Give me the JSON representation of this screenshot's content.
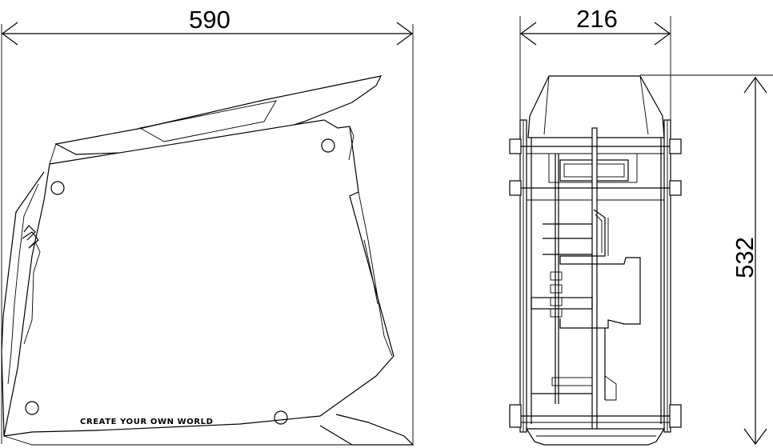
{
  "dimensions": {
    "width_side": "590",
    "depth_front": "216",
    "height": "532"
  },
  "case_slogan": "CREATE YOUR OWN WORLD"
}
